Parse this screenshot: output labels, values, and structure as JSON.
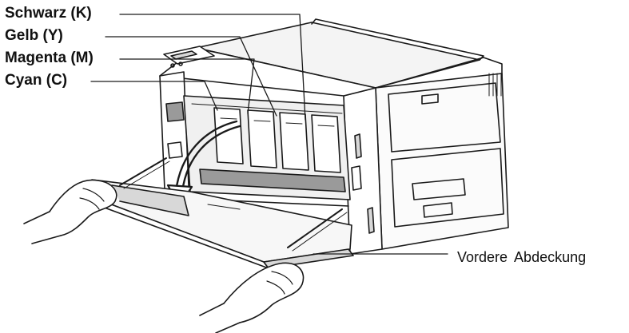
{
  "labels": {
    "black": "Schwarz (K)",
    "yellow": "Gelb (Y)",
    "magenta": "Magenta (M)",
    "cyan": "Cyan (C)",
    "front_cover": "Vordere  Abdeckung"
  },
  "colors": {
    "line": "#1a1a1a",
    "shade": "#9a9a9a",
    "light": "#d8d8d8",
    "background": "#ffffff"
  }
}
